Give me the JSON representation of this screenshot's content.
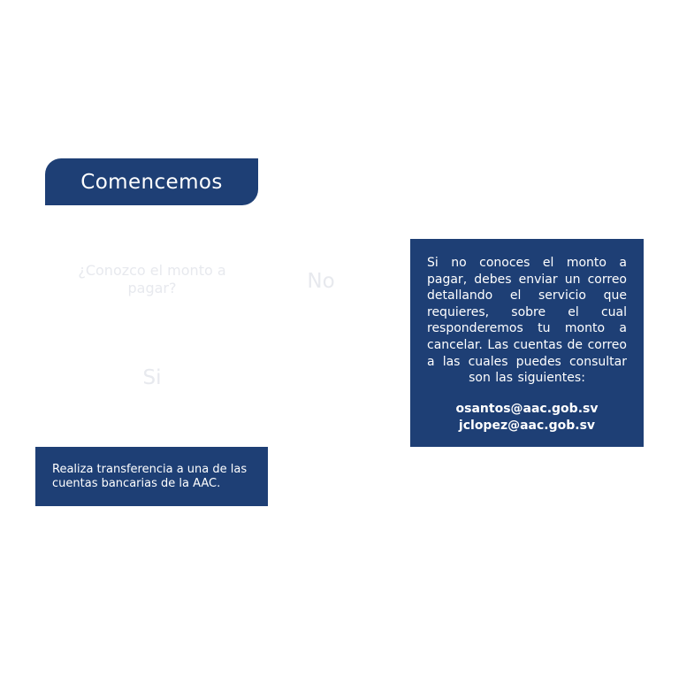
{
  "header": {
    "title": "Comencemos"
  },
  "flow": {
    "question": "¿Conozco el monto a pagar?",
    "answer_no": "No",
    "answer_si": "Si"
  },
  "info_box": {
    "text": "Si no conoces el monto a pagar, debes enviar un correo detallando el servicio que requieres, sobre el cual responderemos tu monto a cancelar. Las cuentas de correo a las cuales puedes consultar son las siguientes:",
    "emails": [
      "osantos@aac.gob.sv",
      "jclopez@aac.gob.sv"
    ]
  },
  "transfer_box": {
    "text": "Realiza transferencia a una de las cuentas bancarias de la AAC."
  },
  "colors": {
    "primary": "#1e3f75",
    "text_light": "#ffffff",
    "faint_text": "#e7e9ee"
  }
}
